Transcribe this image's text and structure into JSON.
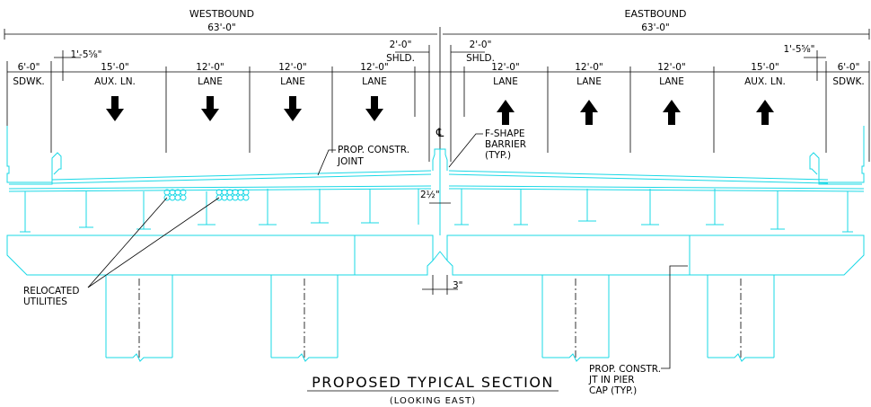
{
  "westbound": {
    "title": "WESTBOUND",
    "width": "63'-0\"",
    "sidewalk": {
      "dim": "6'-0\"",
      "label": "SDWK."
    },
    "offset": "1'-5⅝\"",
    "lanes": [
      {
        "dim": "15'-0\"",
        "label": "AUX. LN."
      },
      {
        "dim": "12'-0\"",
        "label": "LANE"
      },
      {
        "dim": "12'-0\"",
        "label": "LANE"
      },
      {
        "dim": "12'-0\"",
        "label": "LANE"
      }
    ],
    "shoulder": {
      "dim": "2'-0\"",
      "label": "SHLD."
    }
  },
  "eastbound": {
    "title": "EASTBOUND",
    "width": "63'-0\"",
    "sidewalk": {
      "dim": "6'-0\"",
      "label": "SDWK."
    },
    "offset": "1'-5⅝\"",
    "lanes": [
      {
        "dim": "12'-0\"",
        "label": "LANE"
      },
      {
        "dim": "12'-0\"",
        "label": "LANE"
      },
      {
        "dim": "12'-0\"",
        "label": "LANE"
      },
      {
        "dim": "15'-0\"",
        "label": "AUX. LN."
      }
    ],
    "shoulder": {
      "dim": "2'-0\"",
      "label": "SHLD."
    }
  },
  "centerline_symbol": "℄",
  "notes": {
    "constr_joint": [
      "PROP. CONSTR.",
      "JOINT"
    ],
    "barrier": [
      "F-SHAPE",
      "BARRIER",
      "(TYP.)"
    ],
    "gap_top": "2½\"",
    "gap_bottom": "3\"",
    "utilities": [
      "RELOCATED",
      "UTILITIES"
    ],
    "pier_joint": [
      "PROP. CONSTR.",
      "JT IN PIER",
      "CAP (TYP.)"
    ]
  },
  "title": "PROPOSED TYPICAL SECTION",
  "subtitle": "(LOOKING EAST)",
  "colors": {
    "structure": "#19d8e6",
    "annotation": "#000000"
  }
}
